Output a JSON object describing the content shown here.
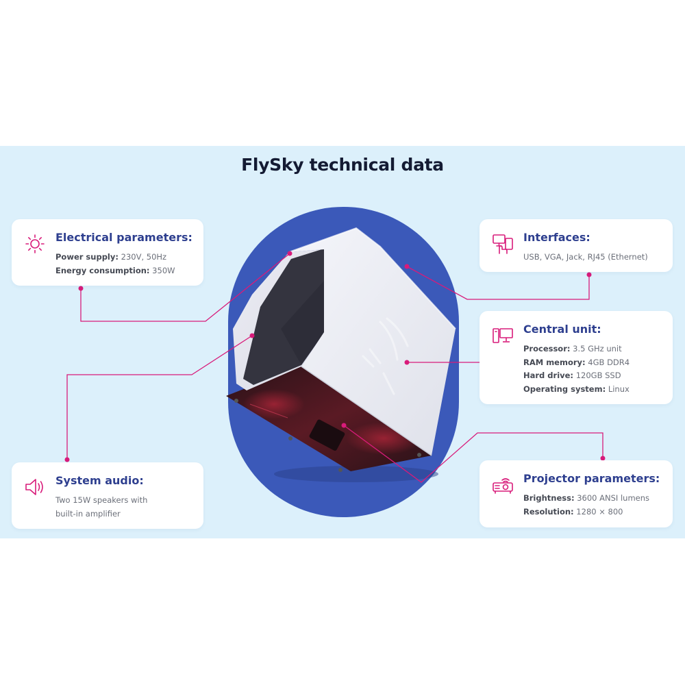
{
  "title": "FlySky technical data",
  "colors": {
    "band": "#dcf0fb",
    "oval": "#3b59b9",
    "accent": "#d81b7a",
    "heading": "#2e3f8f"
  },
  "cards": {
    "electrical": {
      "icon": "sun-icon",
      "title": "Electrical parameters:",
      "lines": [
        {
          "label": "Power supply:",
          "value": " 230V, 50Hz"
        },
        {
          "label": "Energy consumption:",
          "value": " 350W"
        }
      ]
    },
    "interfaces": {
      "icon": "devices-touch-icon",
      "title": "Interfaces:",
      "text": "USB, VGA, Jack, RJ45 (Ethernet)"
    },
    "central": {
      "icon": "computer-icon",
      "title": "Central unit:",
      "lines": [
        {
          "label": "Processor:",
          "value": " 3.5 GHz unit"
        },
        {
          "label": "RAM memory:",
          "value": " 4GB DDR4"
        },
        {
          "label": "Hard drive:",
          "value": " 120GB SSD"
        },
        {
          "label": "Operating system:",
          "value": " Linux"
        }
      ]
    },
    "audio": {
      "icon": "speaker-icon",
      "title": "System audio:",
      "lines": [
        "Two 15W speakers with",
        "built-in amplifier"
      ]
    },
    "projector": {
      "icon": "projector-icon",
      "title": "Projector parameters:",
      "lines": [
        {
          "label": "Brightness:",
          "value": " 3600 ANSI lumens"
        },
        {
          "label": "Resolution:",
          "value": " 1280 × 800"
        }
      ]
    }
  }
}
